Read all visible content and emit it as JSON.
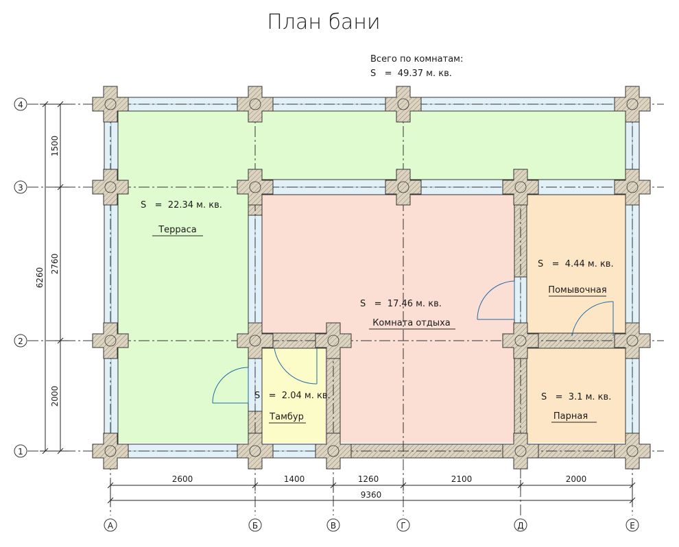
{
  "title": "План бани",
  "summary": {
    "label": "Всего по комнатам:",
    "value": "S   =  49.37 м. кв."
  },
  "rooms": [
    {
      "id": "terrace",
      "name": "Терраса",
      "area": "S   =  22.34 м. кв.",
      "fill": "#e0fbcf"
    },
    {
      "id": "lounge",
      "name": "Комната отдыха",
      "area": "S   =  17.46 м. кв.",
      "fill": "#fbded4"
    },
    {
      "id": "washroom",
      "name": "Помывочная",
      "area": "S   =  4.44 м. кв.",
      "fill": "#fde6c6"
    },
    {
      "id": "steam",
      "name": "Парная",
      "area": "S   =  3.1 м. кв.",
      "fill": "#fde6c6"
    },
    {
      "id": "vestibule",
      "name": "Тамбур",
      "area": "S   =  2.04 м. кв.",
      "fill": "#fcfcc8"
    }
  ],
  "axes": {
    "vertical": [
      "А",
      "Б",
      "В",
      "Г",
      "Д",
      "Е"
    ],
    "horizontal": [
      "1",
      "2",
      "3",
      "4"
    ]
  },
  "dimensions": {
    "bottom_segments": [
      "2600",
      "1400",
      "1260",
      "2100",
      "2000"
    ],
    "bottom_total": "9360",
    "left_segments": [
      "1500",
      "2760",
      "2000"
    ],
    "left_total": "6260"
  },
  "colors": {
    "wall_fill": "#dcd3c0",
    "window_fill": "#e2f1f7",
    "door": "#1f6aa5",
    "line": "#333333"
  }
}
